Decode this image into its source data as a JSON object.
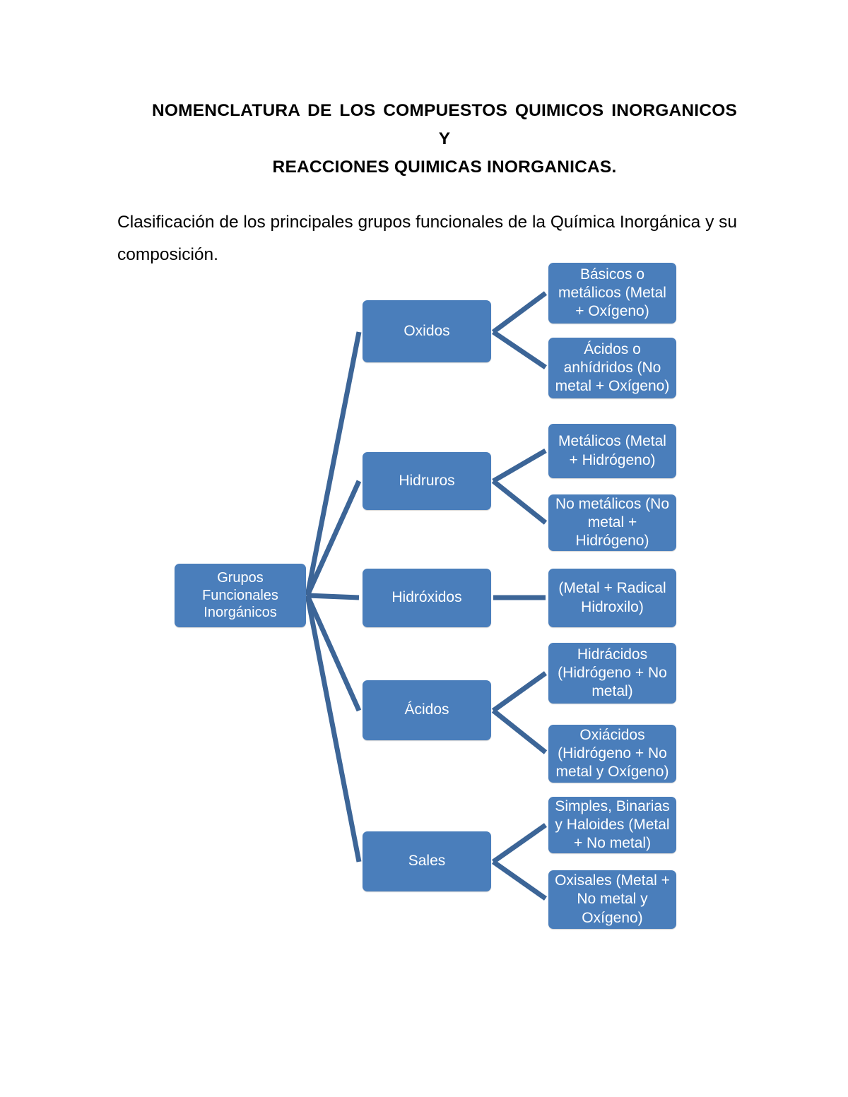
{
  "document": {
    "title_line1": "NOMENCLATURA DE LOS COMPUESTOS QUIMICOS INORGANICOS Y",
    "title_line2": "REACCIONES QUIMICAS INORGANICAS.",
    "paragraph": "Clasificación de los principales grupos funcionales de la Química Inorgánica y su composición."
  },
  "diagram": {
    "accent_color": "#4A7EBB",
    "connector_color": "#3C6597",
    "text_color": "#FFFFFF",
    "root": {
      "label": "Grupos Funcionales Inorgánicos"
    },
    "branches": [
      {
        "label": "Oxidos",
        "children": [
          {
            "label": "Básicos o metálicos (Metal + Oxígeno)"
          },
          {
            "label": "Ácidos o anhídridos (No metal + Oxígeno)"
          }
        ]
      },
      {
        "label": "Hidruros",
        "children": [
          {
            "label": "Metálicos (Metal + Hidrógeno)"
          },
          {
            "label": "No metálicos (No metal + Hidrógeno)"
          }
        ]
      },
      {
        "label": "Hidróxidos",
        "children": [
          {
            "label": "(Metal + Radical Hidroxilo)"
          }
        ]
      },
      {
        "label": "Ácidos",
        "children": [
          {
            "label": "Hidrácidos (Hidrógeno + No metal)"
          },
          {
            "label": "Oxiácidos (Hidrógeno + No metal y Oxígeno)"
          }
        ]
      },
      {
        "label": "Sales",
        "children": [
          {
            "label": "Simples, Binarias y Haloides (Metal + No metal)"
          },
          {
            "label": "Oxisales (Metal + No metal y Oxígeno)"
          }
        ]
      }
    ]
  }
}
